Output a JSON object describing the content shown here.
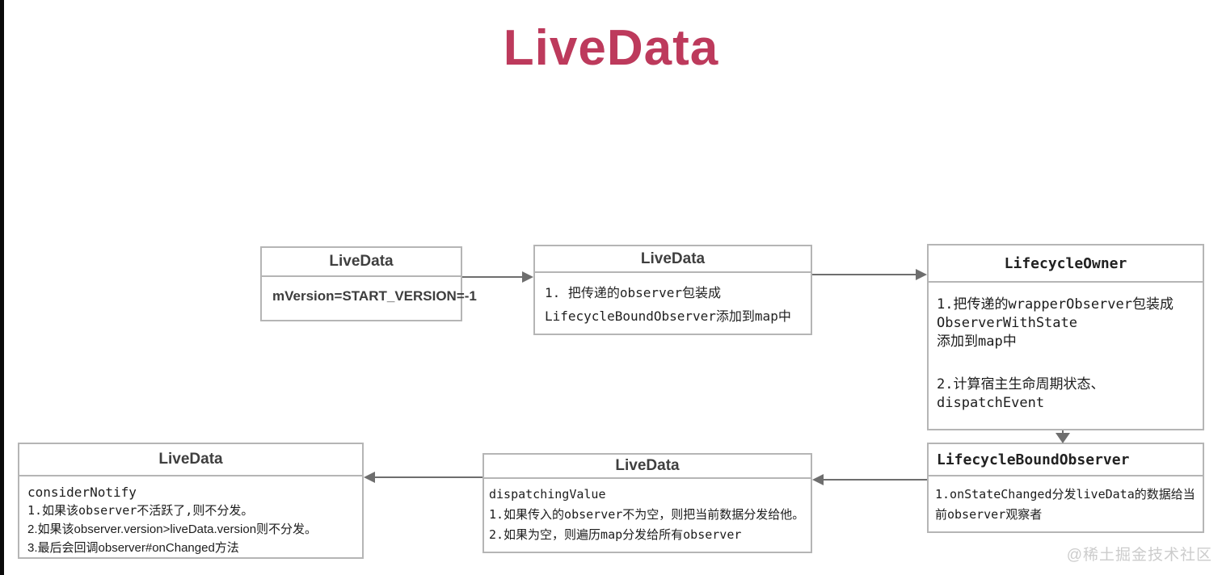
{
  "page": {
    "title": "LiveData",
    "title_color": "#bd3a5c",
    "watermark": "@稀土掘金技术社区"
  },
  "boxes": [
    {
      "id": "livedata-init",
      "header": "LiveData",
      "lines": [
        "mVersion=START_VERSION=-1"
      ]
    },
    {
      "id": "livedata-observe",
      "header": "LiveData",
      "lines": [
        "1. 把传递的observer包装成",
        "LifecycleBoundObserver添加到map中"
      ]
    },
    {
      "id": "lifecycle-owner",
      "header": "LifecycleOwner",
      "lines": [
        "1.把传递的wrapperObserver包装成",
        "ObserverWithState",
        "添加到map中",
        "",
        "2.计算宿主生命周期状态、",
        "dispatchEvent"
      ]
    },
    {
      "id": "lifecycle-bound-observer",
      "header": "LifecycleBoundObserver",
      "lines": [
        "1.onStateChanged分发liveData的数据给当前observer观察者"
      ]
    },
    {
      "id": "livedata-dispatching-value",
      "header": "LiveData",
      "lines": [
        "dispatchingValue",
        "1.如果传入的observer不为空，则把当前数据分发给他。",
        "2.如果为空，则遍历map分发给所有observer"
      ]
    },
    {
      "id": "livedata-consider-notify",
      "header": "LiveData",
      "lines": [
        "considerNotify",
        "1.如果该observer不活跃了,则不分发。",
        "2.如果该observer.version>liveData.version则不分发。",
        "3.最后会回调observer#onChanged方法"
      ]
    }
  ],
  "edges": [
    {
      "from": "livedata-init",
      "to": "livedata-observe",
      "direction": "right"
    },
    {
      "from": "livedata-observe",
      "to": "lifecycle-owner",
      "direction": "right"
    },
    {
      "from": "lifecycle-owner",
      "to": "lifecycle-bound-observer",
      "direction": "down"
    },
    {
      "from": "lifecycle-bound-observer",
      "to": "livedata-dispatching-value",
      "direction": "left"
    },
    {
      "from": "livedata-dispatching-value",
      "to": "livedata-consider-notify",
      "direction": "left"
    }
  ]
}
